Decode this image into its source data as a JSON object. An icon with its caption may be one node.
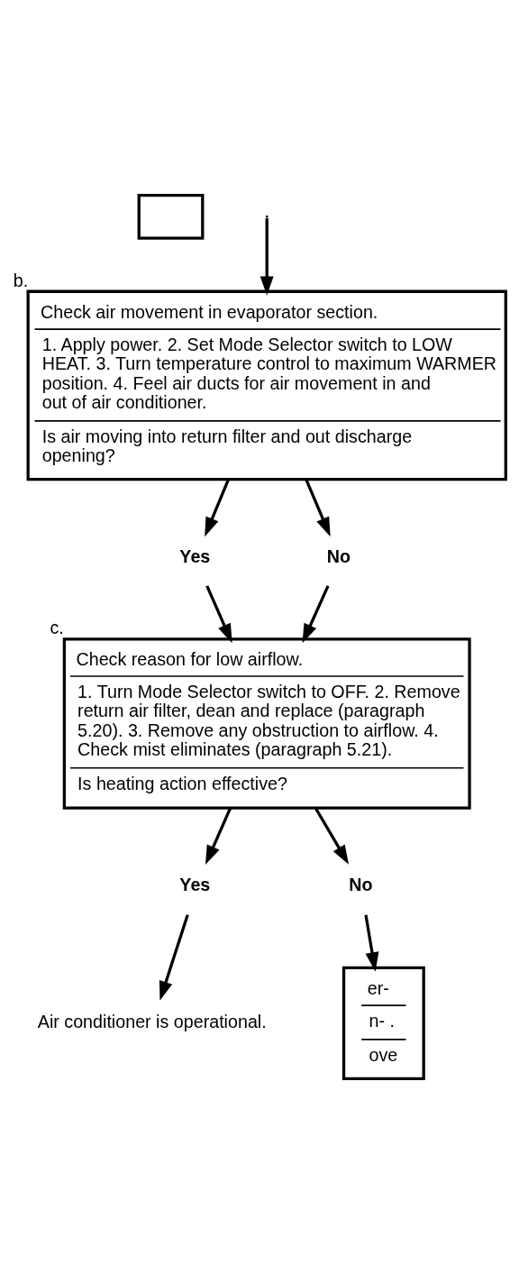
{
  "diagram": {
    "nodes": [
      {
        "text": [],
        "shape": "box"
      },
      {
        "text": [
          "Check air movement in evaporator section.",
          "1. Apply power. 2. Set Mode Selector switch to LOW HEAT. 3. Turn temperature control to maximum WARMER position. 4. Feel air ducts for air movement in and out of air conditioner.",
          "Is air moving into return filter and out discharge opening?"
        ],
        "beside": [
          "b."
        ]
      },
      {
        "text": [
          "Yes"
        ]
      },
      {
        "text": [
          "No"
        ]
      },
      {
        "text": [
          "Check reason for low airflow.",
          "1. Turn Mode Selector switch to OFF. 2. Remove return air filter, dean and replace (paragraph 5.20). 3. Remove any obstruction to airflow. 4. Check mist eliminates (paragraph 5.21).",
          "Is heating action effective?"
        ],
        "beside": [
          "c."
        ]
      },
      {
        "text": [
          "Yes"
        ]
      },
      {
        "text": [
          "No"
        ]
      },
      {
        "text": [
          "Air conditioner is operational."
        ]
      },
      {
        "text": [
          "er-",
          "n- .",
          "ove"
        ]
      }
    ],
    "edges": [
      {
        "from": null,
        "to": 1,
        "arrow": "to"
      },
      {
        "from": 1,
        "to": 2,
        "arrow": "to"
      },
      {
        "from": 1,
        "to": 3,
        "arrow": "to"
      },
      {
        "from": 2,
        "to": 4,
        "arrow": "to"
      },
      {
        "from": 3,
        "to": 4,
        "arrow": "to"
      },
      {
        "from": 4,
        "to": 5,
        "arrow": "to"
      },
      {
        "from": 4,
        "to": 6,
        "arrow": "to"
      },
      {
        "from": 5,
        "to": 7,
        "arrow": "to"
      },
      {
        "from": 6,
        "to": 8,
        "arrow": "to"
      }
    ]
  }
}
